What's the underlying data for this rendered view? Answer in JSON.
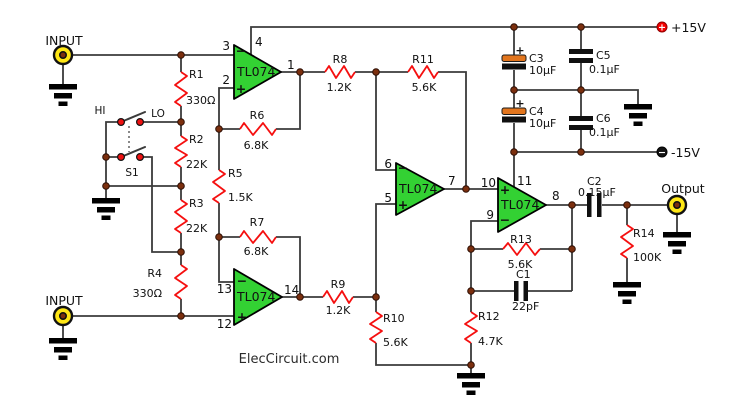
{
  "site": "ElecCircuit.com",
  "labels": {
    "input1": "INPUT",
    "input2": "INPUT",
    "output": "Output",
    "vpos": "+15V",
    "vneg": "-15V",
    "hi": "HI",
    "lo": "LO",
    "s1": "S1",
    "plus": "+",
    "minus": "−"
  },
  "opamps": {
    "u1": {
      "part": "TL074",
      "pin_inv": "3",
      "pin_noninv": "2",
      "pin_out": "1",
      "pin_vcc": "4"
    },
    "u2": {
      "part": "TL074",
      "pin_inv": "6",
      "pin_noninv": "5",
      "pin_out": "7"
    },
    "u3": {
      "part": "TL074",
      "pin_inv": "13",
      "pin_noninv": "12",
      "pin_out": "14"
    },
    "u4": {
      "part": "TL074",
      "pin_inv": "9",
      "pin_noninv": "10",
      "pin_out": "8",
      "pin_vee": "11"
    }
  },
  "resistors": {
    "r1": {
      "ref": "R1",
      "value": "330Ω"
    },
    "r2": {
      "ref": "R2",
      "value": "22K"
    },
    "r3": {
      "ref": "R3",
      "value": "22K"
    },
    "r4": {
      "ref": "R4",
      "value": "330Ω"
    },
    "r5": {
      "ref": "R5",
      "value": "1.5K"
    },
    "r6": {
      "ref": "R6",
      "value": "6.8K"
    },
    "r7": {
      "ref": "R7",
      "value": "6.8K"
    },
    "r8": {
      "ref": "R8",
      "value": "1.2K"
    },
    "r9": {
      "ref": "R9",
      "value": "1.2K"
    },
    "r10": {
      "ref": "R10",
      "value": "5.6K"
    },
    "r11": {
      "ref": "R11",
      "value": "5.6K"
    },
    "r12": {
      "ref": "R12",
      "value": "4.7K"
    },
    "r13": {
      "ref": "R13",
      "value": "5.6K"
    },
    "r14": {
      "ref": "R14",
      "value": "100K"
    }
  },
  "capacitors": {
    "c1": {
      "ref": "C1",
      "value": "22pF"
    },
    "c2": {
      "ref": "C2",
      "value": "0.15µF"
    },
    "c3": {
      "ref": "C3",
      "value": "10µF"
    },
    "c4": {
      "ref": "C4",
      "value": "10µF"
    },
    "c5": {
      "ref": "C5",
      "value": "0.1µF"
    },
    "c6": {
      "ref": "C6",
      "value": "0.1µF"
    }
  },
  "colors": {
    "wire": "#3b3b3b",
    "resistor": "#f50f0f",
    "opamp": "#33d133",
    "junction": "#7b2f0e",
    "contact": "#ee1111",
    "jack": "#ffe715",
    "ecap": "#e2751d",
    "capplate": "#101010",
    "tpos": "#f40000",
    "tneg": "#141414"
  }
}
